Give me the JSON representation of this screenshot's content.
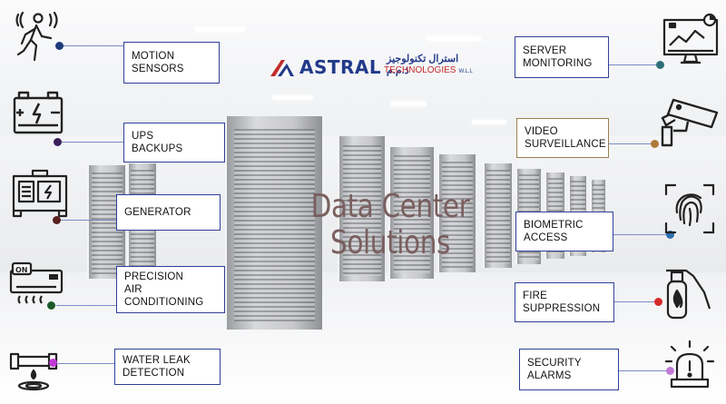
{
  "logo": {
    "name": "ASTRAL",
    "arabic": "استرال تكنولوجيز ذ.م.م",
    "technologies": "TECHNOLOGIES",
    "suffix": "W.L.L"
  },
  "title": {
    "line1": "Data Center",
    "line2": "Solutions"
  },
  "items_left": [
    {
      "label": "MOTION\nSENSORS",
      "icon": "motion-sensor-icon",
      "dot_color": "#1f3a7a"
    },
    {
      "label": "UPS\nBACKUPS",
      "icon": "battery-icon",
      "dot_color": "#3a1f5a"
    },
    {
      "label": "GENERATOR",
      "icon": "generator-icon",
      "dot_color": "#5a1f1f"
    },
    {
      "label": "PRECISION\nAIR CONDITIONING",
      "icon": "air-conditioner-icon",
      "dot_color": "#1f5a2a"
    },
    {
      "label": "WATER LEAK\nDETECTION",
      "icon": "water-leak-icon",
      "dot_color": "#c23ad6"
    }
  ],
  "items_right": [
    {
      "label": "SERVER\nMONITORING",
      "icon": "monitor-dashboard-icon",
      "dot_color": "#2f6f7a"
    },
    {
      "label": "VIDEO\nSURVEILLANCE",
      "icon": "cctv-camera-icon",
      "dot_color": "#b07a3a"
    },
    {
      "label": "BIOMETRIC\nACCESS",
      "icon": "fingerprint-icon",
      "dot_color": "#2f6fb0"
    },
    {
      "label": "FIRE\nSUPPRESSION",
      "icon": "fire-extinguisher-icon",
      "dot_color": "#d62a2a"
    },
    {
      "label": "SECURITY\nALARMS",
      "icon": "alarm-siren-icon",
      "dot_color": "#c07ad6"
    }
  ],
  "colors": {
    "box_border": "#2f3f9a",
    "title": "#7a5f5f",
    "logo_blue": "#233a8a",
    "logo_red": "#c22a2a"
  }
}
